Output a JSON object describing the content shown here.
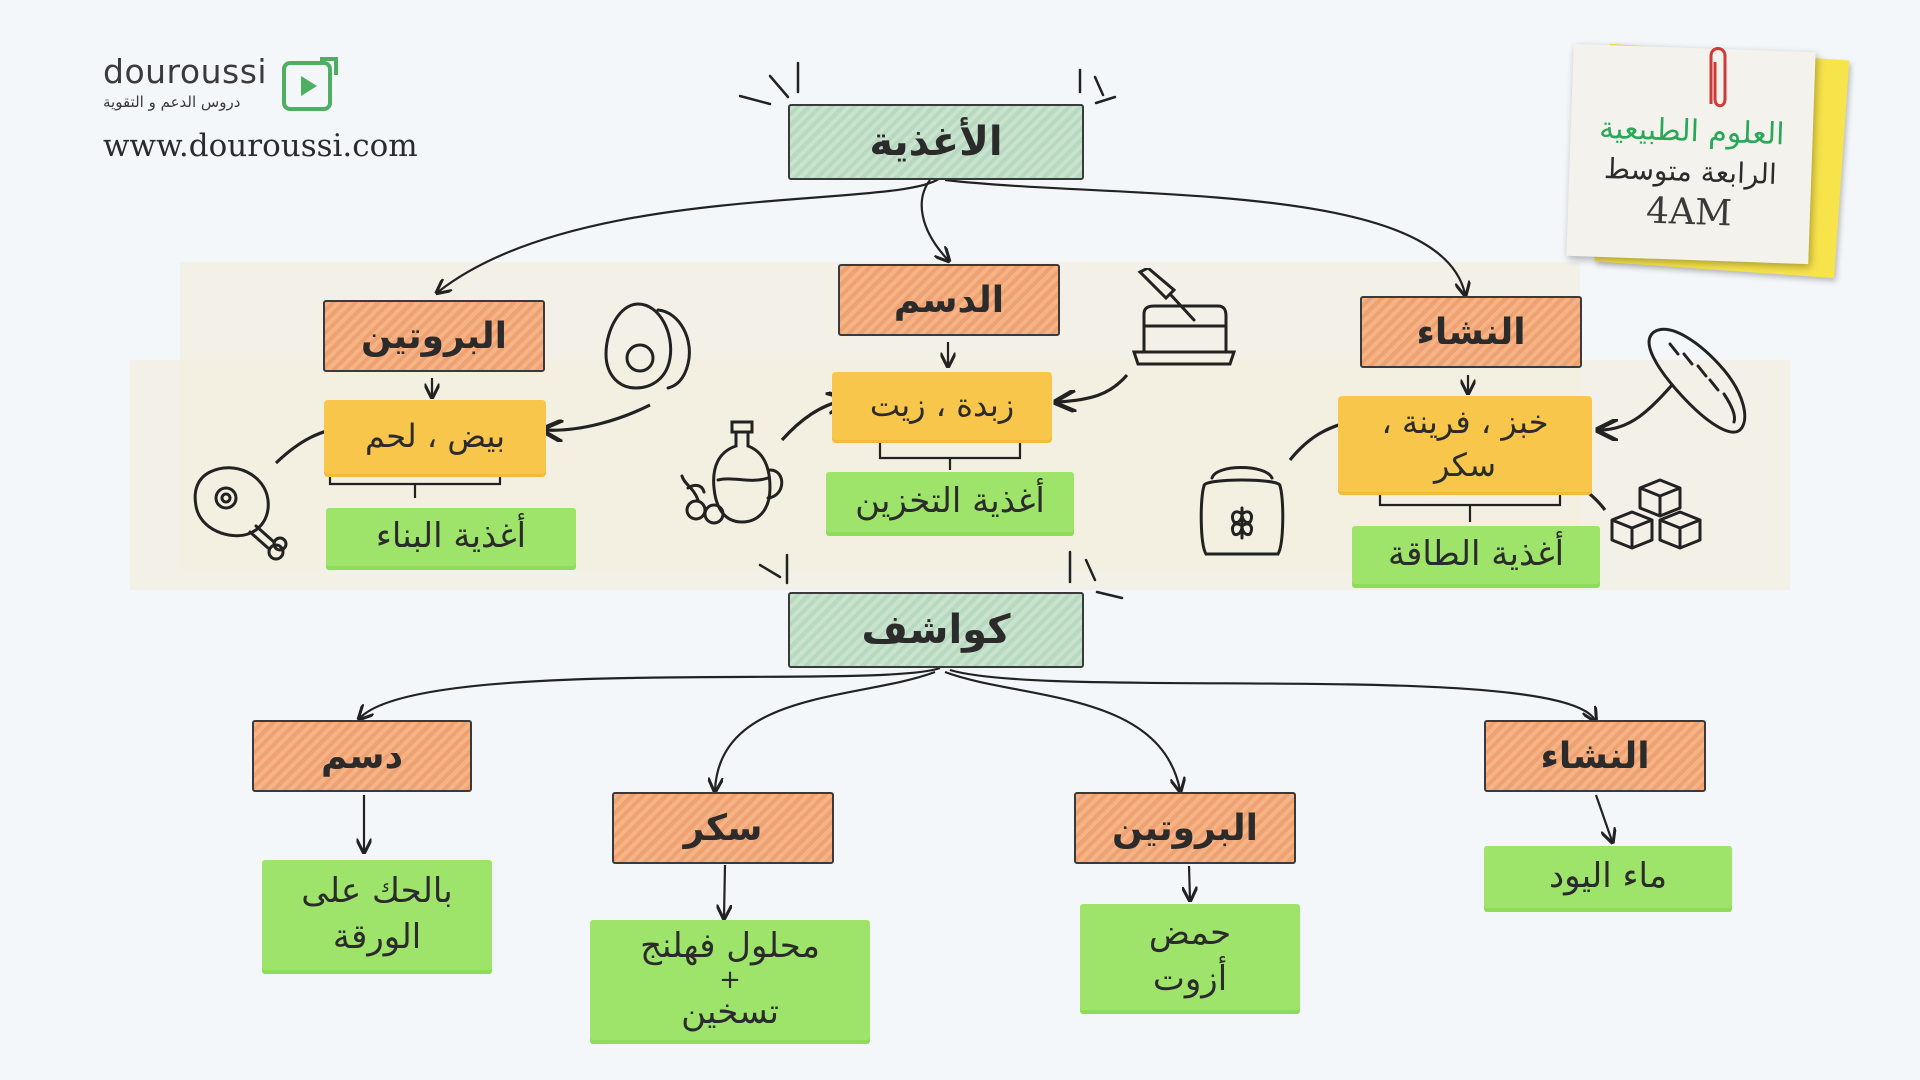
{
  "brand": {
    "name": "douroussi",
    "tagline": "دروس الدعم و التقوية",
    "url": "www.douroussi.com"
  },
  "note": {
    "subject": "العلوم الطبيعية",
    "level": "الرابعة متوسط",
    "code": "4AM"
  },
  "foods": {
    "title": "الأغذية",
    "proteins": {
      "label": "البروتين",
      "examples": "بيض ، لحم",
      "role": "أغذية البناء"
    },
    "fats": {
      "label": "الدسم",
      "examples": "زبدة ، زيت",
      "role": "أغذية التخزين"
    },
    "starch": {
      "label": "النشاء",
      "examples_line1": "خبز ، فرينة ،",
      "examples_line2": "سكر",
      "role": "أغذية الطاقة"
    }
  },
  "detectors": {
    "title": "كواشف",
    "fat": {
      "label": "دسم",
      "result_line1": "بالحك على",
      "result_line2": "الورقة"
    },
    "sugar": {
      "label": "سكر",
      "result_line1": "محلول فهلنج",
      "plus": "+",
      "result_line2": "تسخين"
    },
    "protein": {
      "label": "البروتين",
      "result_line1": "حمض",
      "result_line2": "أزوت"
    },
    "starch": {
      "label": "النشاء",
      "result": "ماء اليود"
    }
  },
  "colors": {
    "root_box": "#bcdcc4",
    "category_box": "#f2a878",
    "example_highlight": "#f7c64a",
    "role_highlight": "#9ee36a",
    "note_title": "#2aa85a",
    "brand_icon": "#4caf62"
  },
  "icons": [
    "meat-icon",
    "egg-icon",
    "oil-bottle-icon",
    "butter-icon",
    "flour-sack-icon",
    "bread-icon",
    "sugar-cubes-icon",
    "paperclip-icon",
    "play-logo-icon"
  ]
}
